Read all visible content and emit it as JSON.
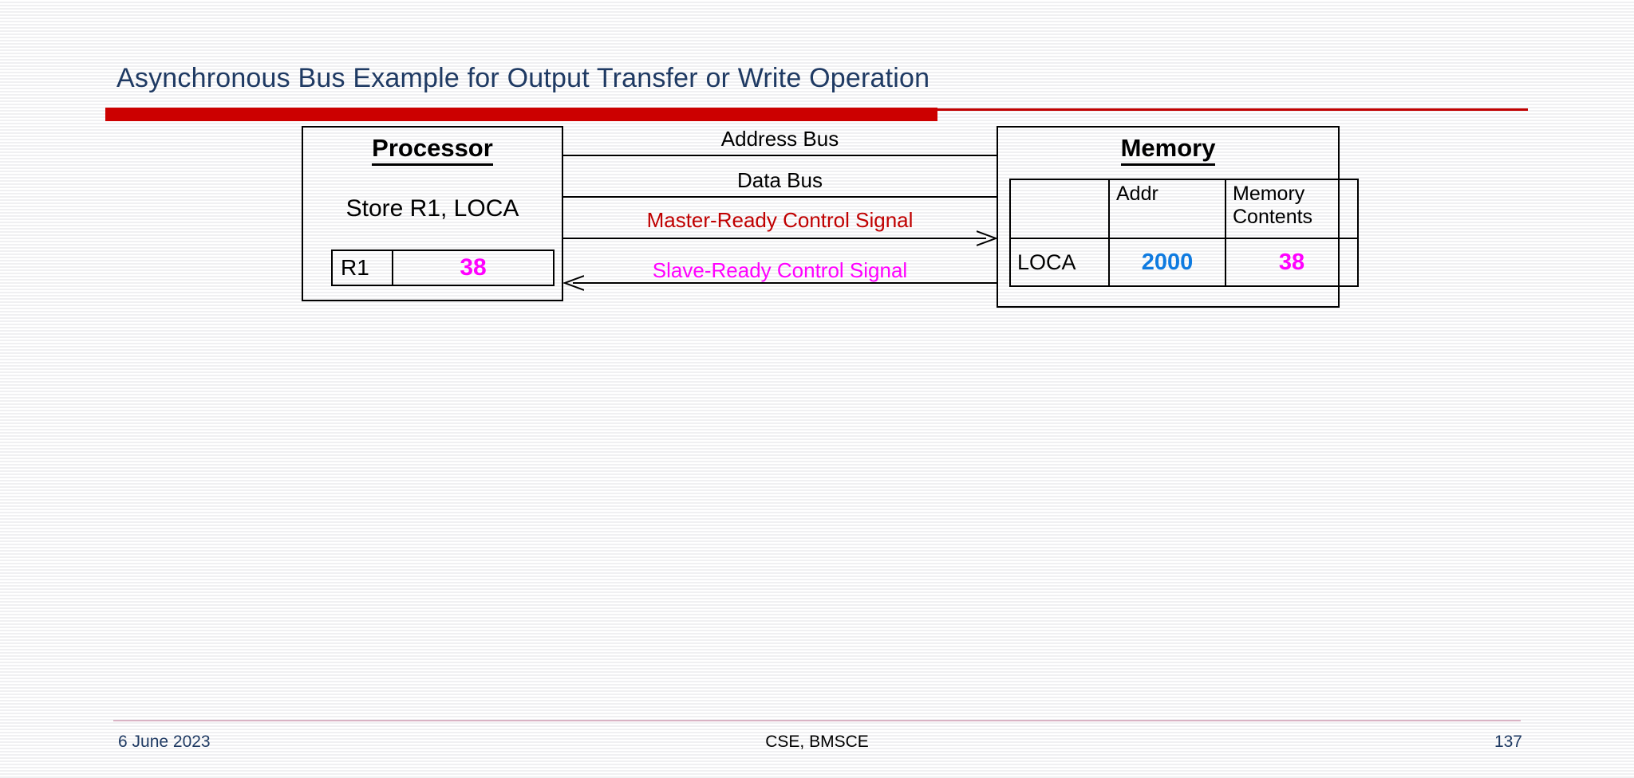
{
  "slide": {
    "title": "Asynchronous Bus Example for Output Transfer or Write Operation",
    "accent_color": "#CC0000",
    "title_color": "#1F3A63"
  },
  "diagram": {
    "processor": {
      "title": "Processor",
      "instruction": "Store R1, LOCA",
      "register": {
        "name": "R1",
        "value": "38",
        "value_color": "#FF00FF"
      }
    },
    "memory": {
      "title": "Memory",
      "table": {
        "headers": [
          "",
          "Addr",
          "Memory Contents"
        ],
        "header_line1": [
          "",
          "Addr",
          "Memory"
        ],
        "header_line2": [
          "",
          "",
          "Contents"
        ],
        "rows": [
          {
            "label": "LOCA",
            "addr": "2000",
            "contents": "38",
            "addr_color": "#0F7BE0",
            "contents_color": "#FF00FF"
          }
        ]
      }
    },
    "buses": [
      {
        "label": "Address Bus",
        "color": "#000000",
        "direction": "none"
      },
      {
        "label": "Data Bus",
        "color": "#000000",
        "direction": "none"
      },
      {
        "label": "Master-Ready Control Signal",
        "color": "#C00000",
        "direction": "right"
      },
      {
        "label": "Slave-Ready Control Signal",
        "color": "#FF00FF",
        "direction": "left"
      }
    ]
  },
  "footer": {
    "date": "6 June 2023",
    "center": "CSE, BMSCE",
    "page_number": "137"
  }
}
